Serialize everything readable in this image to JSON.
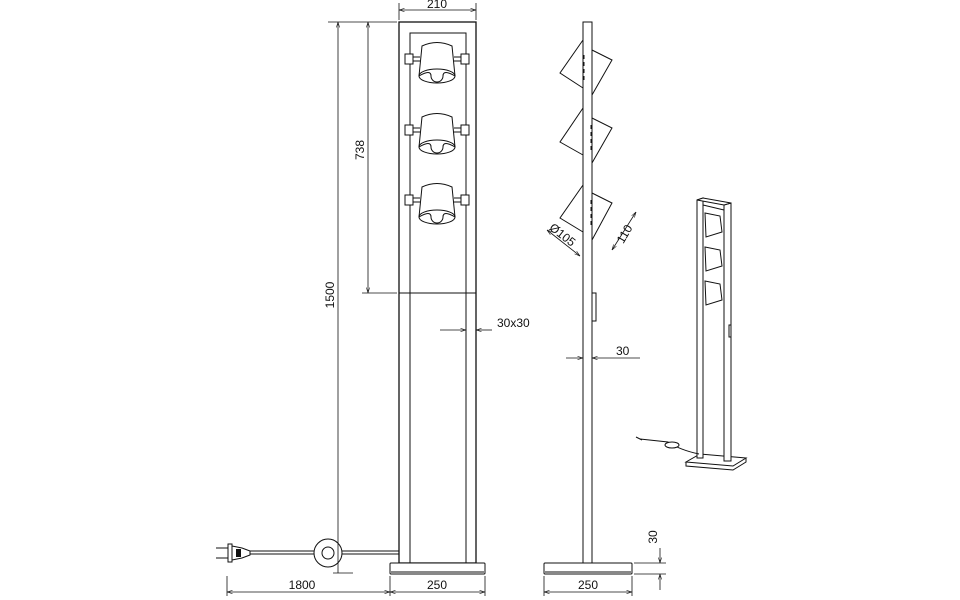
{
  "dimensions": {
    "front_width_top": "210",
    "total_height": "1500",
    "lamp_section_height": "738",
    "profile_section": "30x30",
    "cable_length": "1800",
    "front_base_width": "250",
    "side_profile_depth": "30",
    "side_base_width": "250",
    "base_height": "30",
    "shade_diameter": "Ø105",
    "shade_height": "110"
  }
}
